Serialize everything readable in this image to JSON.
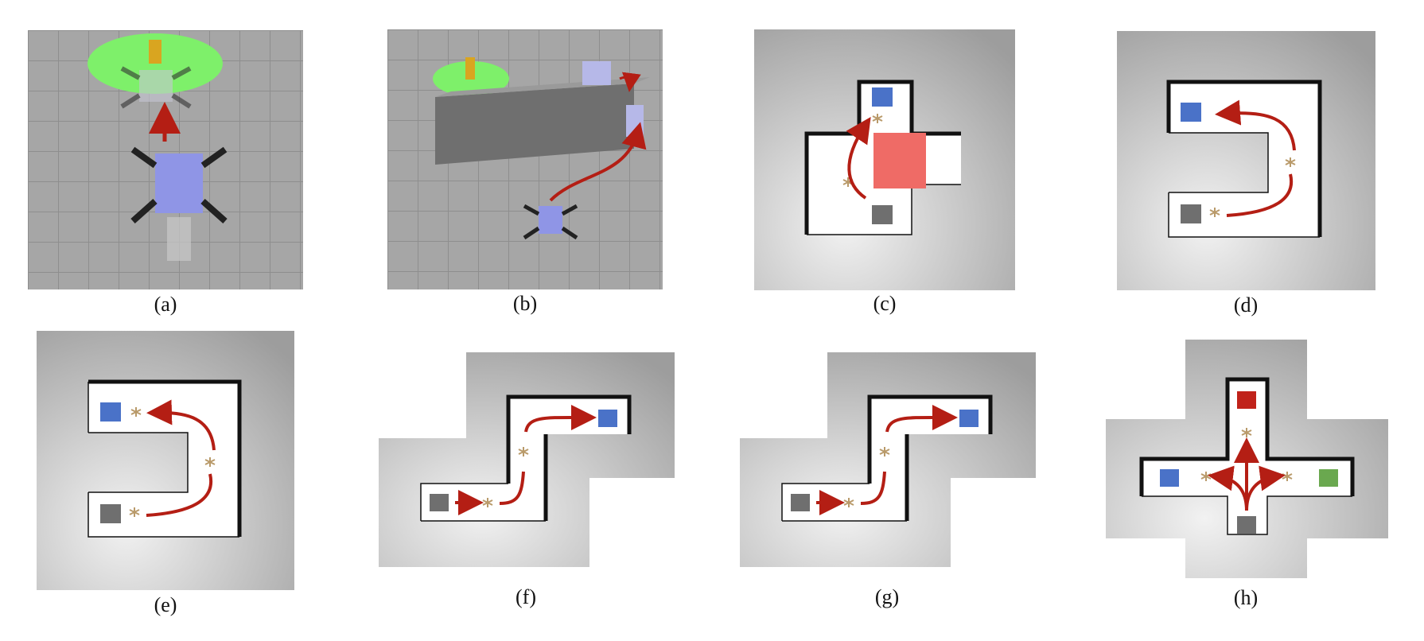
{
  "figure": {
    "captions": [
      "(a)",
      "(b)",
      "(c)",
      "(d)",
      "(e)",
      "(f)",
      "(g)",
      "(h)"
    ]
  },
  "colors": {
    "goal_blue": "#4a72c8",
    "start_gray": "#6f6f6f",
    "arrow_red": "#b41e14",
    "goal_red": "#c0221a",
    "goal_green": "#6aa84f",
    "obstacle_red": "#ef6b66",
    "platform_green": "#7ef06a",
    "pillar_gold": "#d9a520",
    "floor_gray": "#a9a9a9"
  }
}
